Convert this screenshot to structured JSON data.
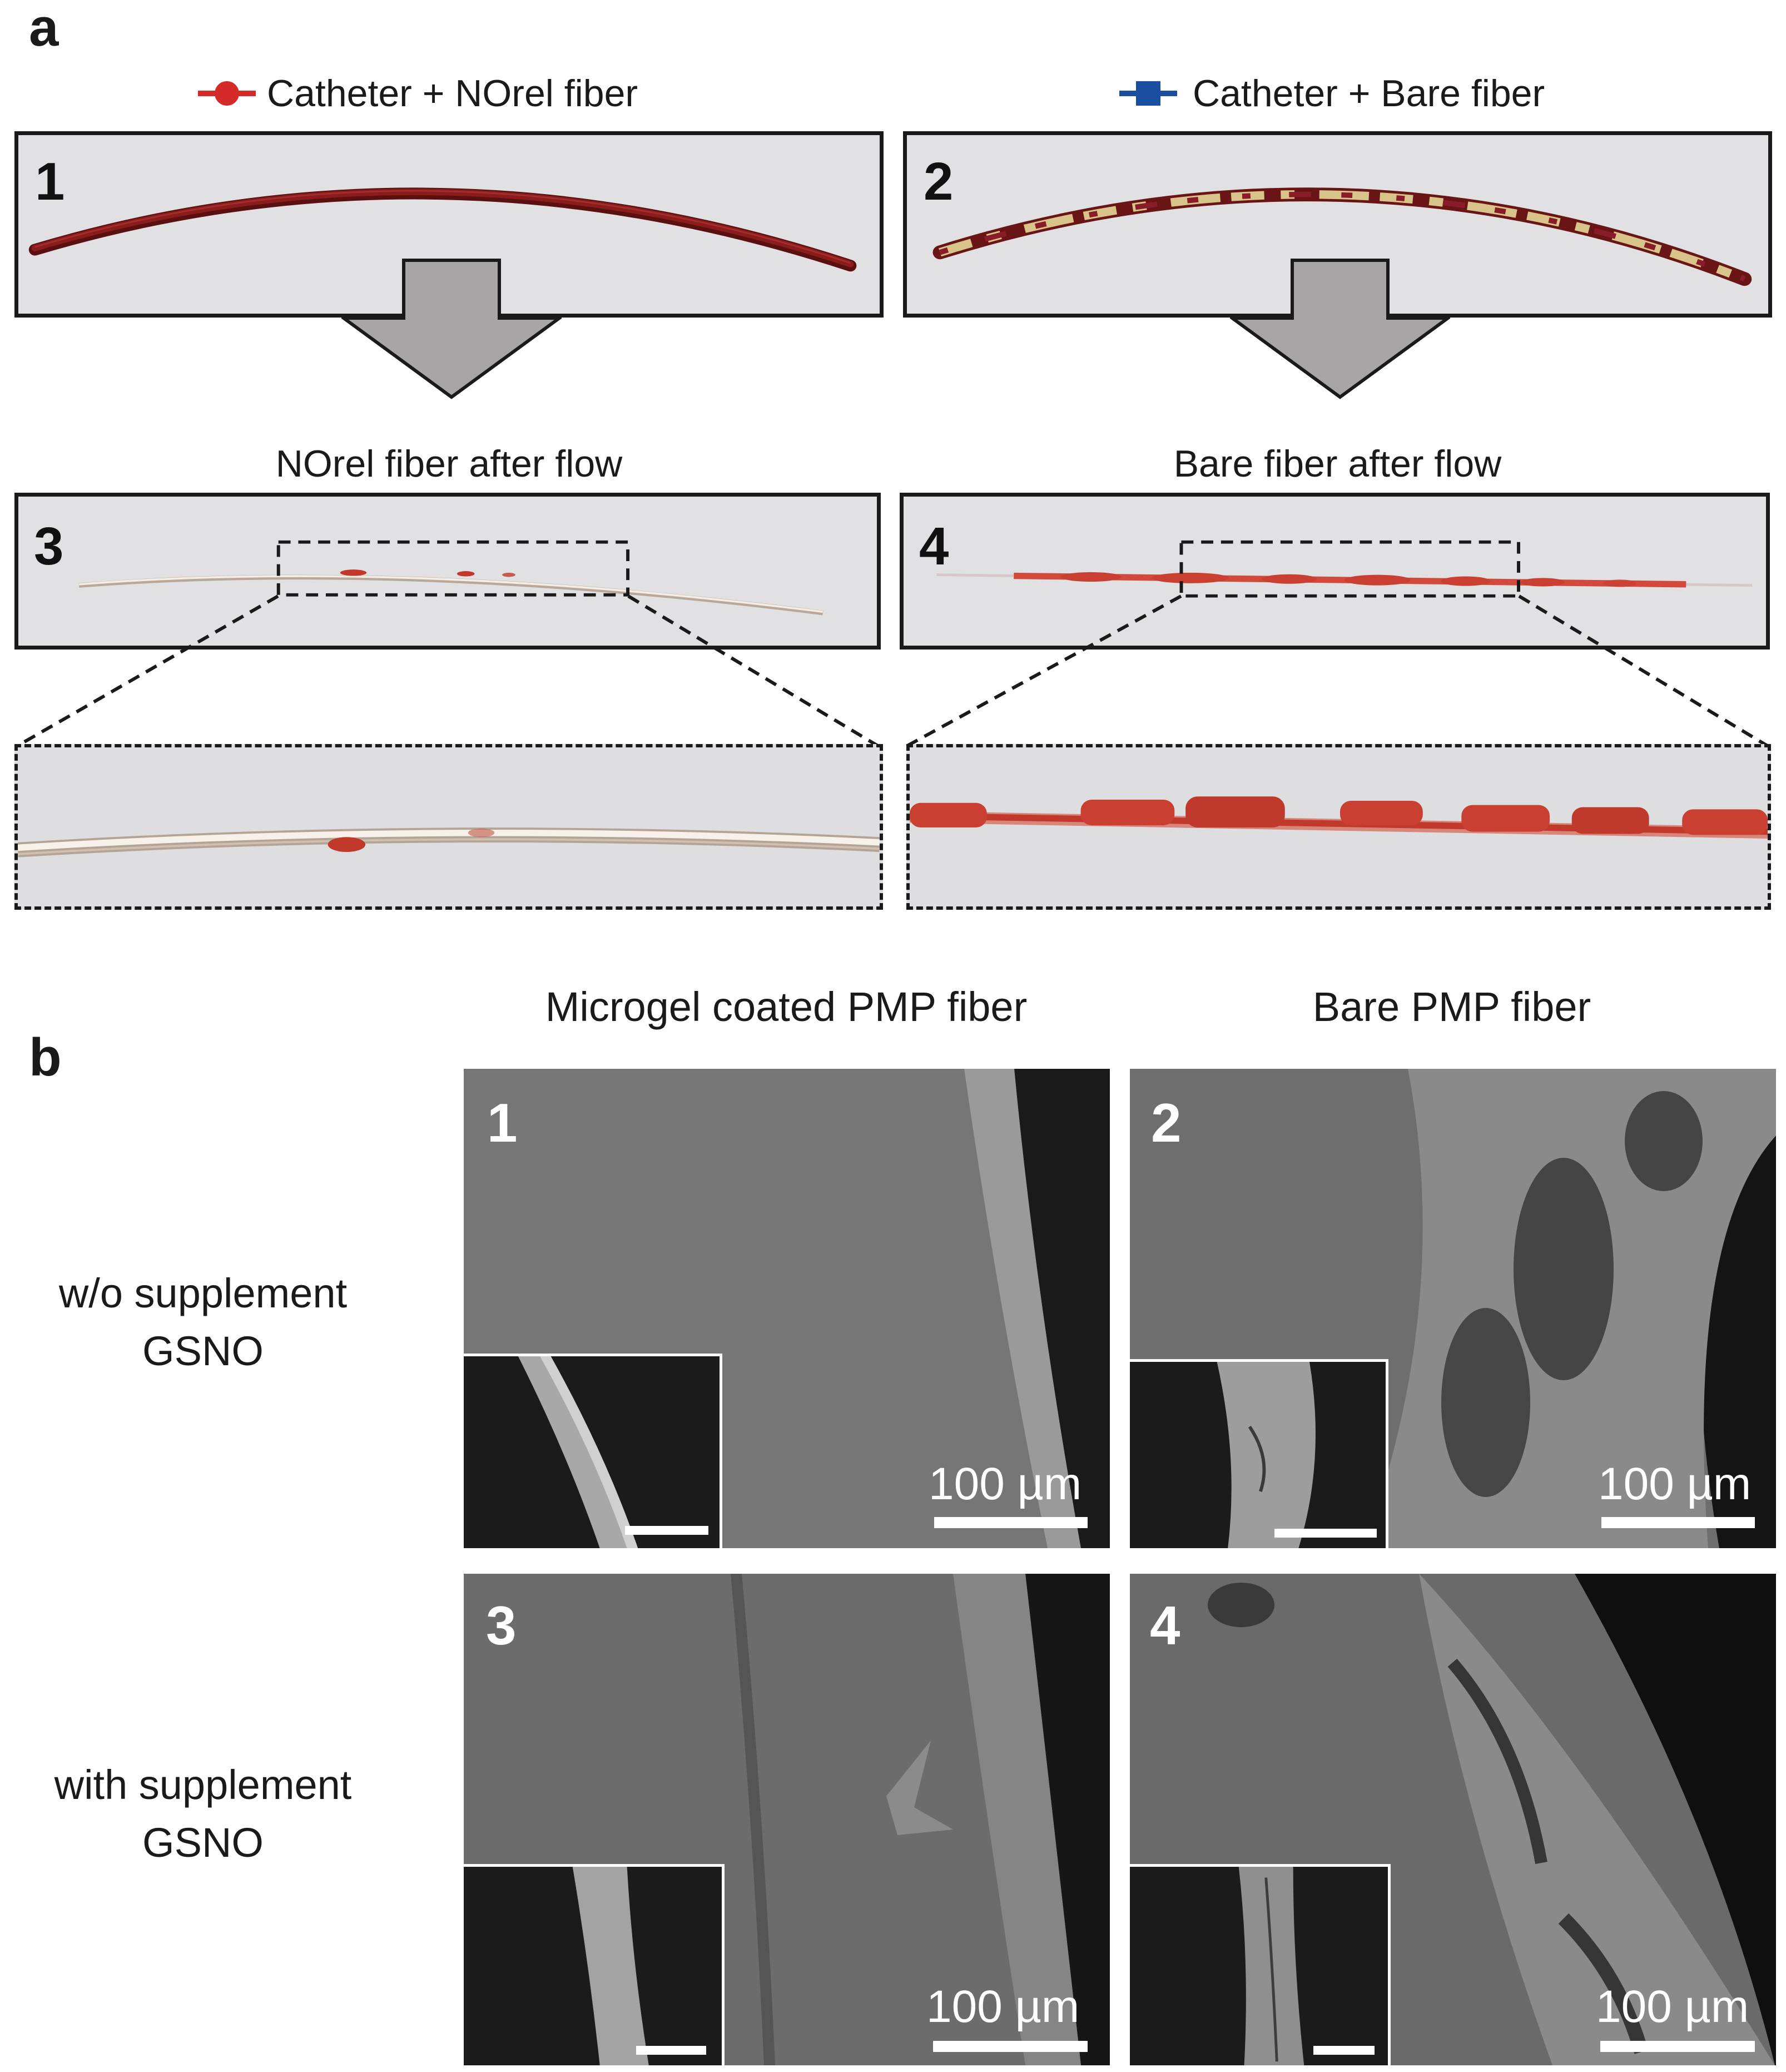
{
  "panel_a": {
    "letter": "a",
    "legend": [
      {
        "label": "Catheter + NOrel fiber",
        "color": "#d42a2a",
        "marker": "circle-icon"
      },
      {
        "label": "Catheter + Bare fiber",
        "color": "#1a4fa0",
        "marker": "square-icon"
      }
    ],
    "photos": [
      {
        "number": "1"
      },
      {
        "number": "2"
      },
      {
        "number": "3"
      },
      {
        "number": "4"
      }
    ],
    "captions": {
      "norel_after": "NOrel fiber after flow",
      "bare_after": "Bare fiber after flow"
    }
  },
  "panel_b": {
    "letter": "b",
    "column_headers": [
      "Microgel coated PMP fiber",
      "Bare PMP fiber"
    ],
    "row_labels": [
      "w/o supplement\nGSNO",
      "with supplement\nGSNO"
    ],
    "images": [
      {
        "number": "1",
        "scale": "100 µm"
      },
      {
        "number": "2",
        "scale": "100 µm"
      },
      {
        "number": "3",
        "scale": "100 µm"
      },
      {
        "number": "4",
        "scale": "100 µm"
      }
    ]
  },
  "colors": {
    "norel_marker": "#d42a2a",
    "bare_marker": "#1a4fa0",
    "arrow_fill": "#a7a5a5",
    "blood_red": "#c0392b"
  }
}
